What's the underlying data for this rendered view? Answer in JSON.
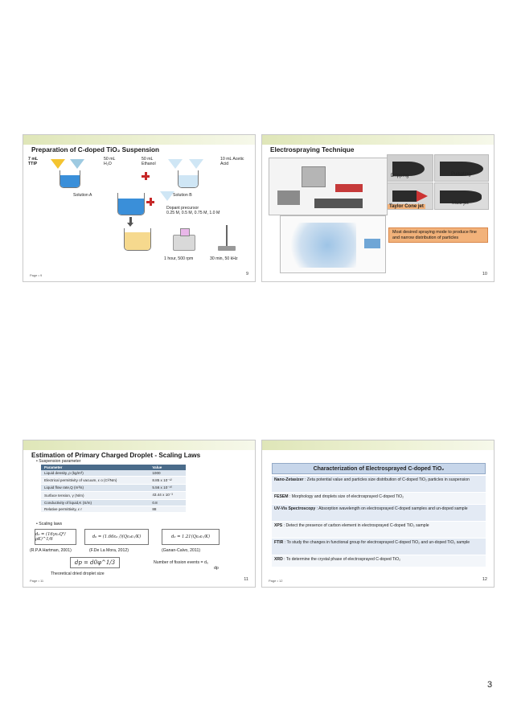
{
  "page_number": "3",
  "slide9": {
    "title": "Preparation of C-doped TiO₂ Suspension",
    "label_ttip": "7 mL\nTTIP",
    "label_h2o": "50 mL\nH₂O",
    "label_ethanol": "50 mL\nEthanol",
    "label_acetic": "10 mL Acetic\nAcid",
    "solution_a": "Solution A",
    "solution_b": "Solution B",
    "dopant": "Dopant precursor\n0.25 M, 0.5 M, 0.75 M, 1.0 M",
    "stir": "1 hour, 500 rpm",
    "ultra": "30 min, 50 kHz",
    "page_label": "Page • 9",
    "page_num": "9"
  },
  "slide10": {
    "title": "Electrospraying Technique",
    "dripping": "Dripping",
    "pulsating": "Pulsating",
    "taylor": "Taylor Cone jet",
    "multijet": "Multi jet",
    "callout": "Most  desired  spraying mode  to  produce  fine  and narrow  distribution of particles",
    "page_num": "10"
  },
  "slide11": {
    "title": "Estimation of Primary Charged Droplet - Scaling Laws",
    "bullet1": "Suspension parameter",
    "table_headers": [
      "Parameter",
      "Value"
    ],
    "table_rows": [
      [
        "Liquid density, ρ  (kg/m³)",
        "1000"
      ],
      [
        "Electrical permittivity of vacuum, ε o (C²/Nm)",
        "8.85 x 10⁻¹²"
      ],
      [
        "Liquid flow rate,Q (m³/s)",
        "5.56 x 10⁻¹⁰"
      ],
      [
        "Surface tension, γ  (N/m)",
        "43.44 x 10⁻³"
      ],
      [
        "Conductivity of liquid,K (S/m)",
        "0.8"
      ],
      [
        "Relative permittivity, ε r",
        "88"
      ]
    ],
    "bullet2": "Scaling laws",
    "cite1": "(R.P.A Hartman, 2001)",
    "cite2": "(F.De La Mora, 2012)",
    "cite3": "(Ganan-Calvo, 2011)",
    "formula_main": "dp = d0φ^1/3",
    "fission": "Number of fission events = d₀",
    "fission_den": "dp",
    "theory": "Theoretical  dried droplet size",
    "page_label": "Page • 11",
    "page_num": "11"
  },
  "slide12": {
    "title": "Characterization of Electrosprayed C-doped TiO₂",
    "rows": [
      {
        "head": "Nano-Zetasizer",
        "text": " : Zeta potential value and particles size distribution of C-doped TiO₂ particles in suspension"
      },
      {
        "head": "FESEM",
        "text": " : Morphology and droplets size of electrosprayed C-doped TiO₂"
      },
      {
        "head": "UV-Vis Spectroscopy",
        "text": " : Absorption wavelength on electrosprayed C-doped samples and un-doped sample"
      },
      {
        "head": "XPS",
        "text": " : Detect the presence of carbon element in electrosprayed C-doped TiO₂ sample"
      },
      {
        "head": "FTIR",
        "text": " : To study the changes in functional group for electrosprayed C-doped TiO₂ and un-doped TiO₂ sample"
      },
      {
        "head": "XRD",
        "text": " : To determine the crystal phase of electrosprayed C-doped TiO₂"
      }
    ],
    "page_label": "Page • 12",
    "page_num": "12"
  }
}
